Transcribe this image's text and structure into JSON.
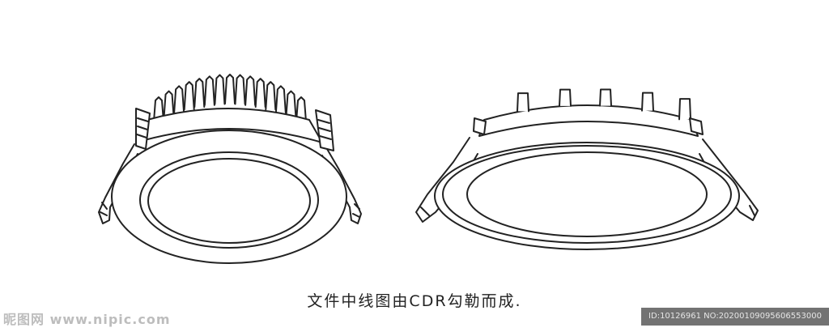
{
  "caption": "文件中线图由CDR勾勒而成.",
  "watermark_left": "昵图网 www.nipic.com",
  "watermark_right": "ID:10126961 NO:20200109095606553000",
  "colors": {
    "line": "#222222",
    "background": "#ffffff"
  }
}
